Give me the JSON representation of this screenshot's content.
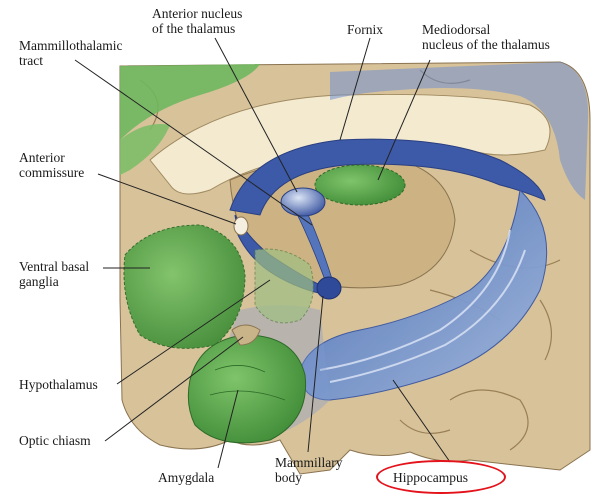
{
  "labels": {
    "anterior_nucleus": "Anterior nucleus\nof the thalamus",
    "fornix": "Fornix",
    "mediodorsal_nucleus": "Mediodorsal\nnucleus of the thalamus",
    "mammillothalamic_tract": "Mammillothalamic\ntract",
    "anterior_commissure": "Anterior\ncommissure",
    "ventral_basal_ganglia": "Ventral basal\nganglia",
    "hypothalamus": "Hypothalamus",
    "optic_chiasm": "Optic chiasm",
    "amygdala": "Amygdala",
    "mammillary_body": "Mammillary\nbody",
    "hippocampus": "Hippocampus"
  },
  "highlighted": "hippocampus",
  "colors": {
    "tissue": "#d8c49a",
    "tissue_dark": "#a88c5e",
    "green": "#5aa84a",
    "blue": "#5f82c4",
    "highlight": "#e3121b"
  }
}
